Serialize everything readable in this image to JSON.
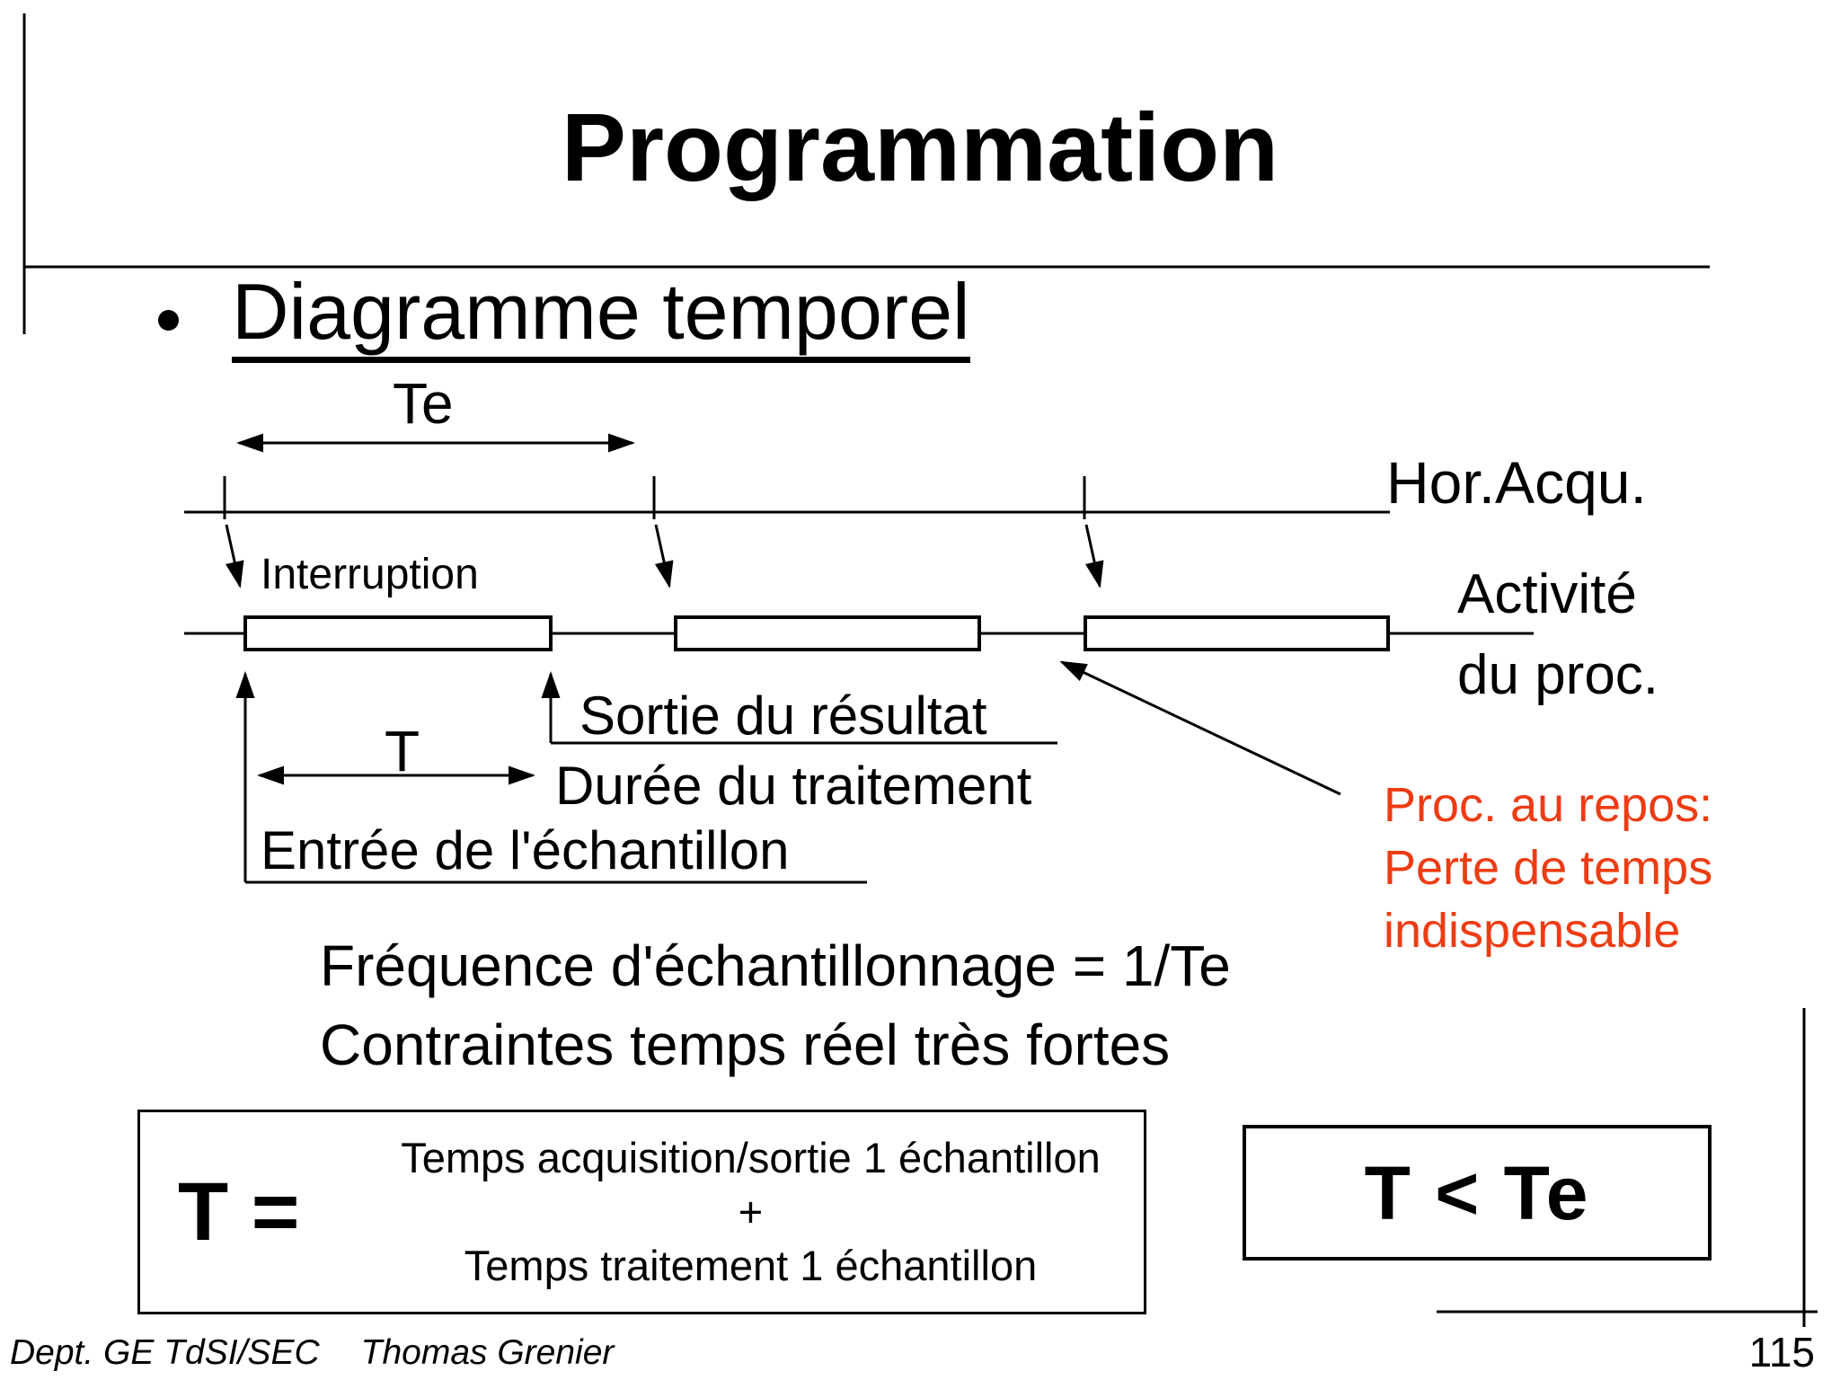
{
  "slide": {
    "title": "Programmation",
    "bullet_item": "Diagramme temporel",
    "page_number": "115",
    "footer": {
      "department": "Dept. GE TdSI/SEC",
      "author": "Thomas Grenier"
    }
  },
  "diagram": {
    "te_interval_label": "Te",
    "clock_label": "Hor.Acqu.",
    "interruption_label": "Interruption",
    "activity_label_line1": "Activité",
    "activity_label_line2": "du proc.",
    "output_label": "Sortie du résultat",
    "t_interval_label": "T",
    "duration_label": "Durée du traitement",
    "input_label": "Entrée de l'échantillon",
    "idle_note": {
      "line1": "Proc. au repos:",
      "line2": "Perte de temps",
      "line3": "indispensable",
      "color": "#ed3c13"
    }
  },
  "notes": {
    "line1": "Fréquence d'échantillonnage = 1/Te",
    "line2": "Contraintes temps réel très fortes"
  },
  "formula_box": {
    "lhs": "T =",
    "term1": "Temps acquisition/sortie 1 échantillon",
    "operator": "+",
    "term2": "Temps traitement 1 échantillon"
  },
  "constraint_box": {
    "text": "T < Te"
  },
  "colors": {
    "ink": "#000000",
    "background": "#ffffff",
    "warning_text": "#ed3c13"
  }
}
